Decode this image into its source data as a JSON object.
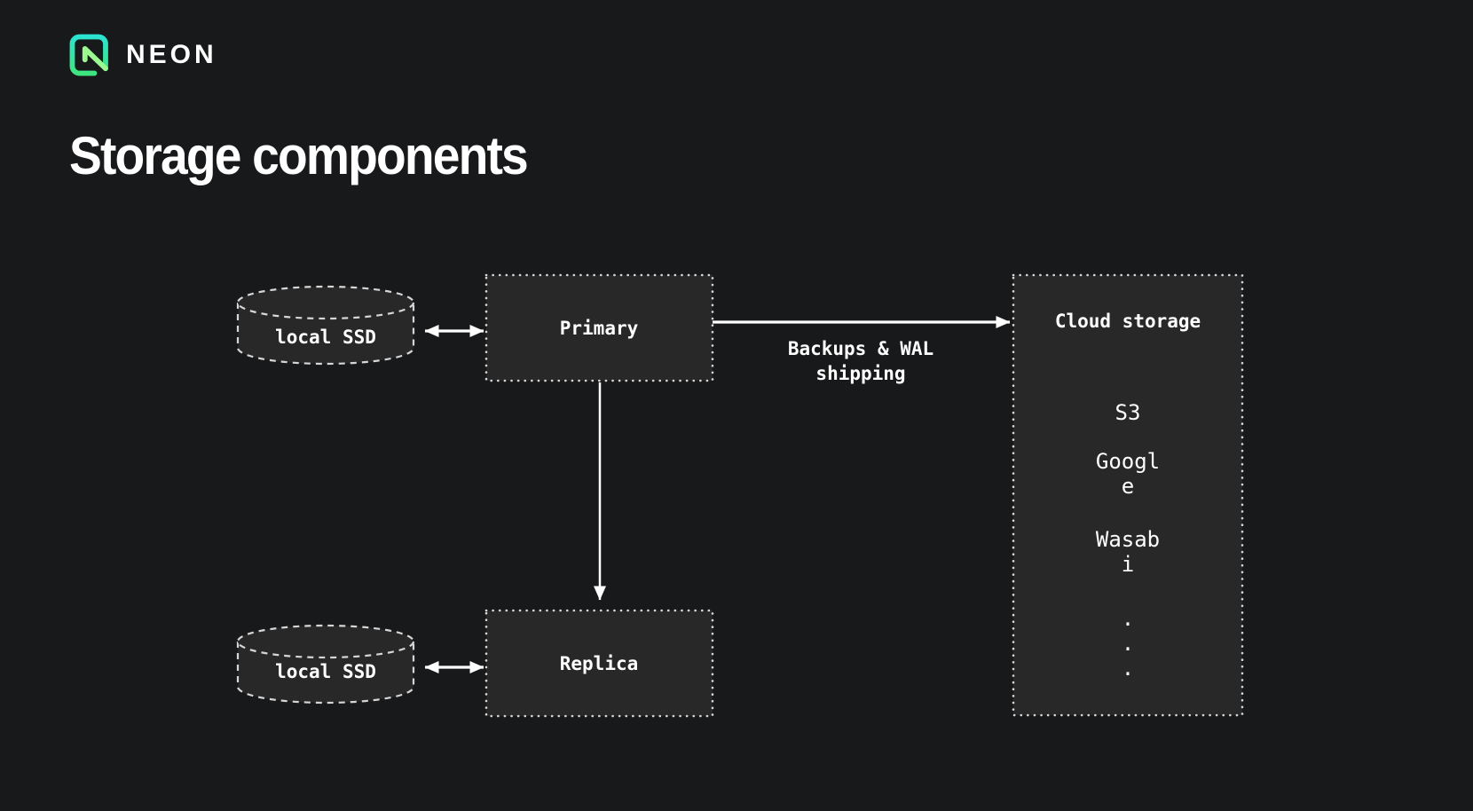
{
  "slide": {
    "brand": {
      "wordmark": "NEON"
    },
    "title": "Storage components"
  },
  "diagram": {
    "disks": [
      {
        "label": "local SSD"
      },
      {
        "label": "local SSD"
      }
    ],
    "nodes": {
      "primary": "Primary",
      "replica": "Replica"
    },
    "cloud": {
      "title": "Cloud storage",
      "providers": [
        "S3",
        "Googl\ne",
        "Wasab\ni"
      ],
      "ellipsis_dots": [
        ".",
        ".",
        "."
      ]
    },
    "arrows": {
      "backups_label": "Backups & WAL\nshipping"
    }
  },
  "colors": {
    "background": "#17191b",
    "panel_fill": "#282828",
    "stroke": "#d6d6d6",
    "text": "#ffffff",
    "brand_gradient_start": "#2be4cf",
    "brand_gradient_end": "#3ee57f",
    "brand_n": "#9bf88f"
  }
}
